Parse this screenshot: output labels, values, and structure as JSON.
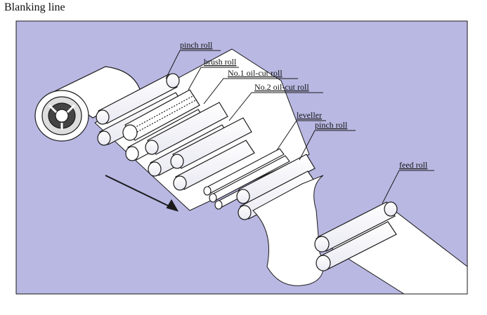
{
  "title": "Blanking line",
  "labels": {
    "pinch_roll_top": "pinch  roll",
    "brush_roll": "brush  roll",
    "oil_cut_1": "No.1  oil-cut  roll",
    "oil_cut_2": "No.2  oil-cut  roll",
    "leveller": "leveller",
    "pinch_roll_mid": "pinch  roll",
    "feed_roll": "feed  roll"
  },
  "colors": {
    "panel": "#b9b8e3",
    "sheet": "#ffffff",
    "line": "#1a1a1a"
  }
}
